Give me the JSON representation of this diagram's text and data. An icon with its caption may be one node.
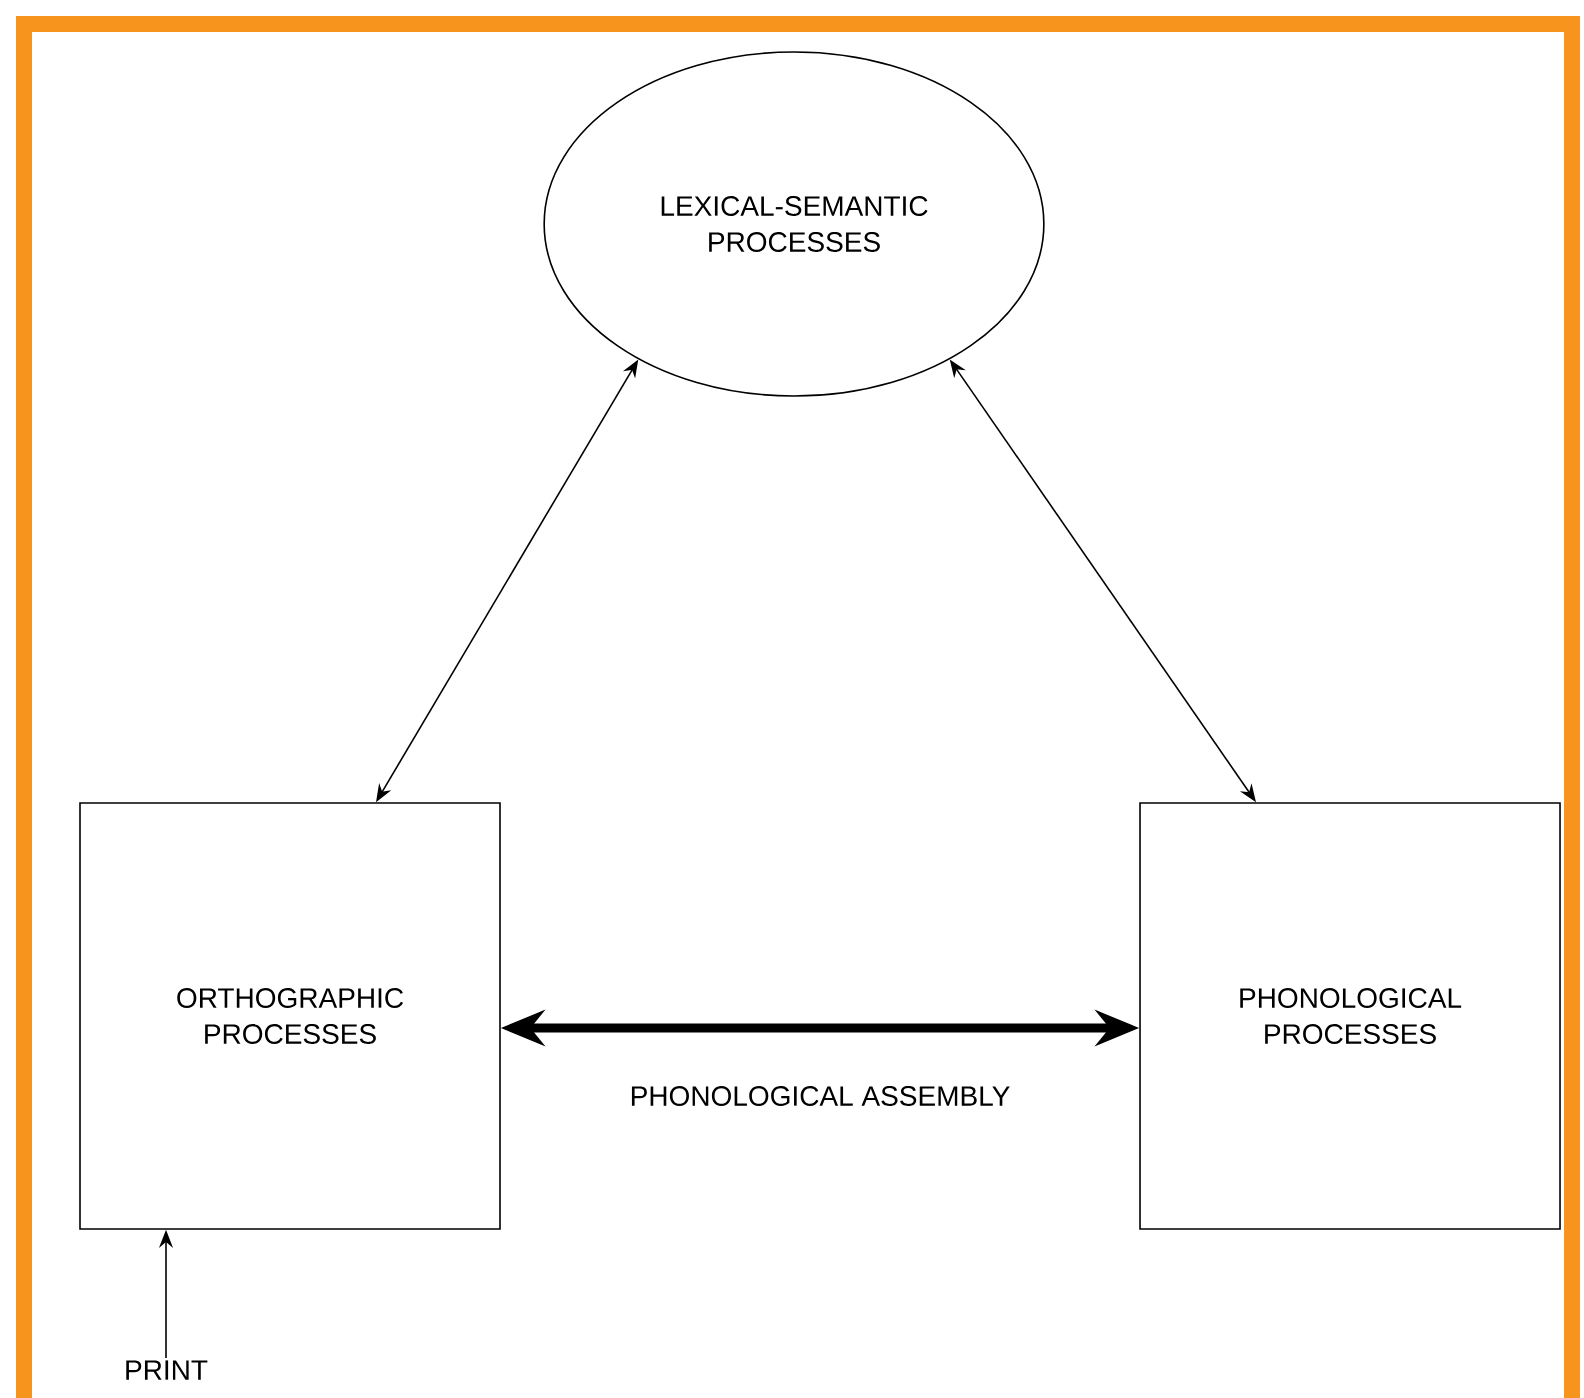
{
  "diagram": {
    "nodes": [
      {
        "text": [
          "LEXICAL-SEMANTIC PROCESSES"
        ]
      },
      {
        "text": [
          "ORTHOGRAPHIC PROCESSES"
        ]
      },
      {
        "text": [
          "PHONOLOGICAL PROCESSES"
        ]
      },
      {
        "text": [
          "PRINT"
        ]
      }
    ],
    "edges": [
      {
        "from": 0,
        "to": 1,
        "arrow": "both"
      },
      {
        "from": 0,
        "to": 2,
        "arrow": "both"
      },
      {
        "from": 1,
        "to": 2,
        "arrow": "both",
        "style": "thick",
        "label": "PHONOLOGICAL ASSEMBLY"
      },
      {
        "from": 3,
        "to": 1,
        "arrow": "to"
      }
    ]
  }
}
